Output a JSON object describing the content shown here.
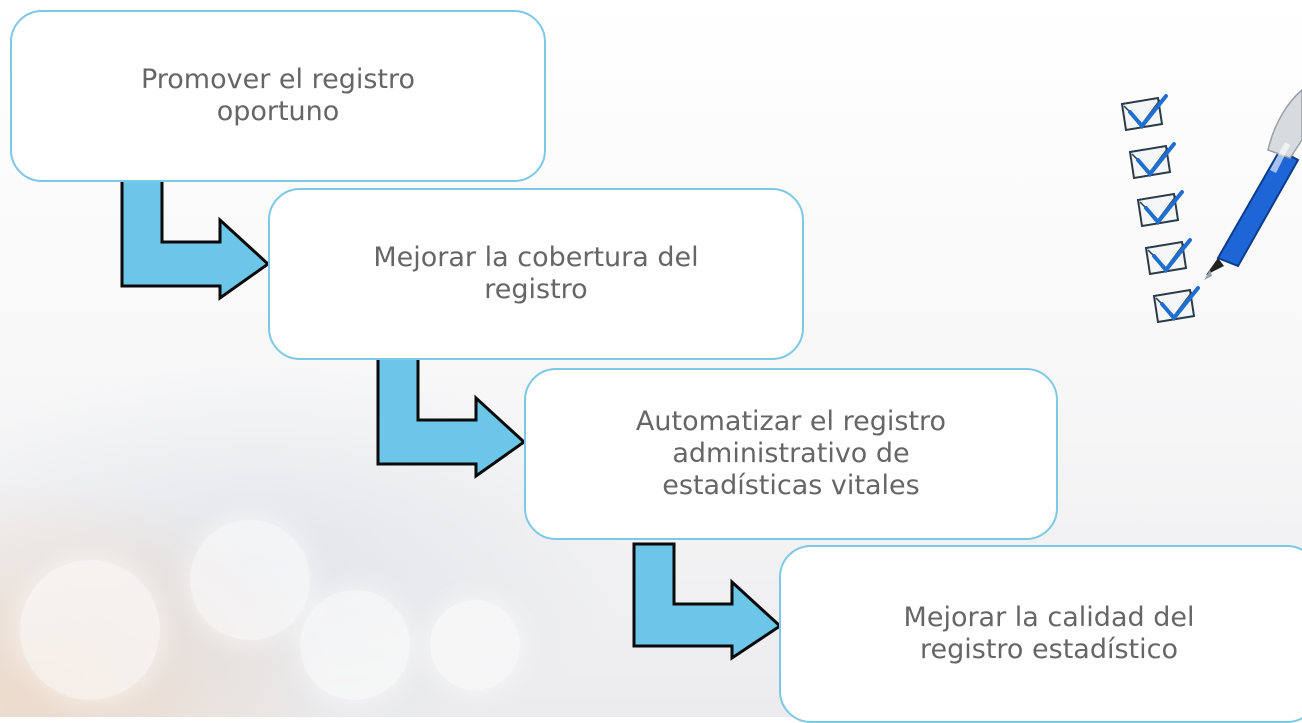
{
  "steps": [
    {
      "label": "Promover el registro\noportuno"
    },
    {
      "label": "Mejorar la cobertura del\nregistro"
    },
    {
      "label": "Automatizar el registro\nadministrativo de\nestadísticas vitales"
    },
    {
      "label": "Mejorar la calidad del\nregistro estadístico"
    }
  ],
  "colors": {
    "box_border": "#7ec8e6",
    "arrow_fill": "#6cc6e8",
    "arrow_stroke": "#0a0a0a",
    "text": "#666666",
    "checkmark": "#1f6fd1",
    "pen_body": "#1e66d8"
  },
  "decoration": {
    "icon": "checklist-pen-icon",
    "checkbox_count": 5
  }
}
